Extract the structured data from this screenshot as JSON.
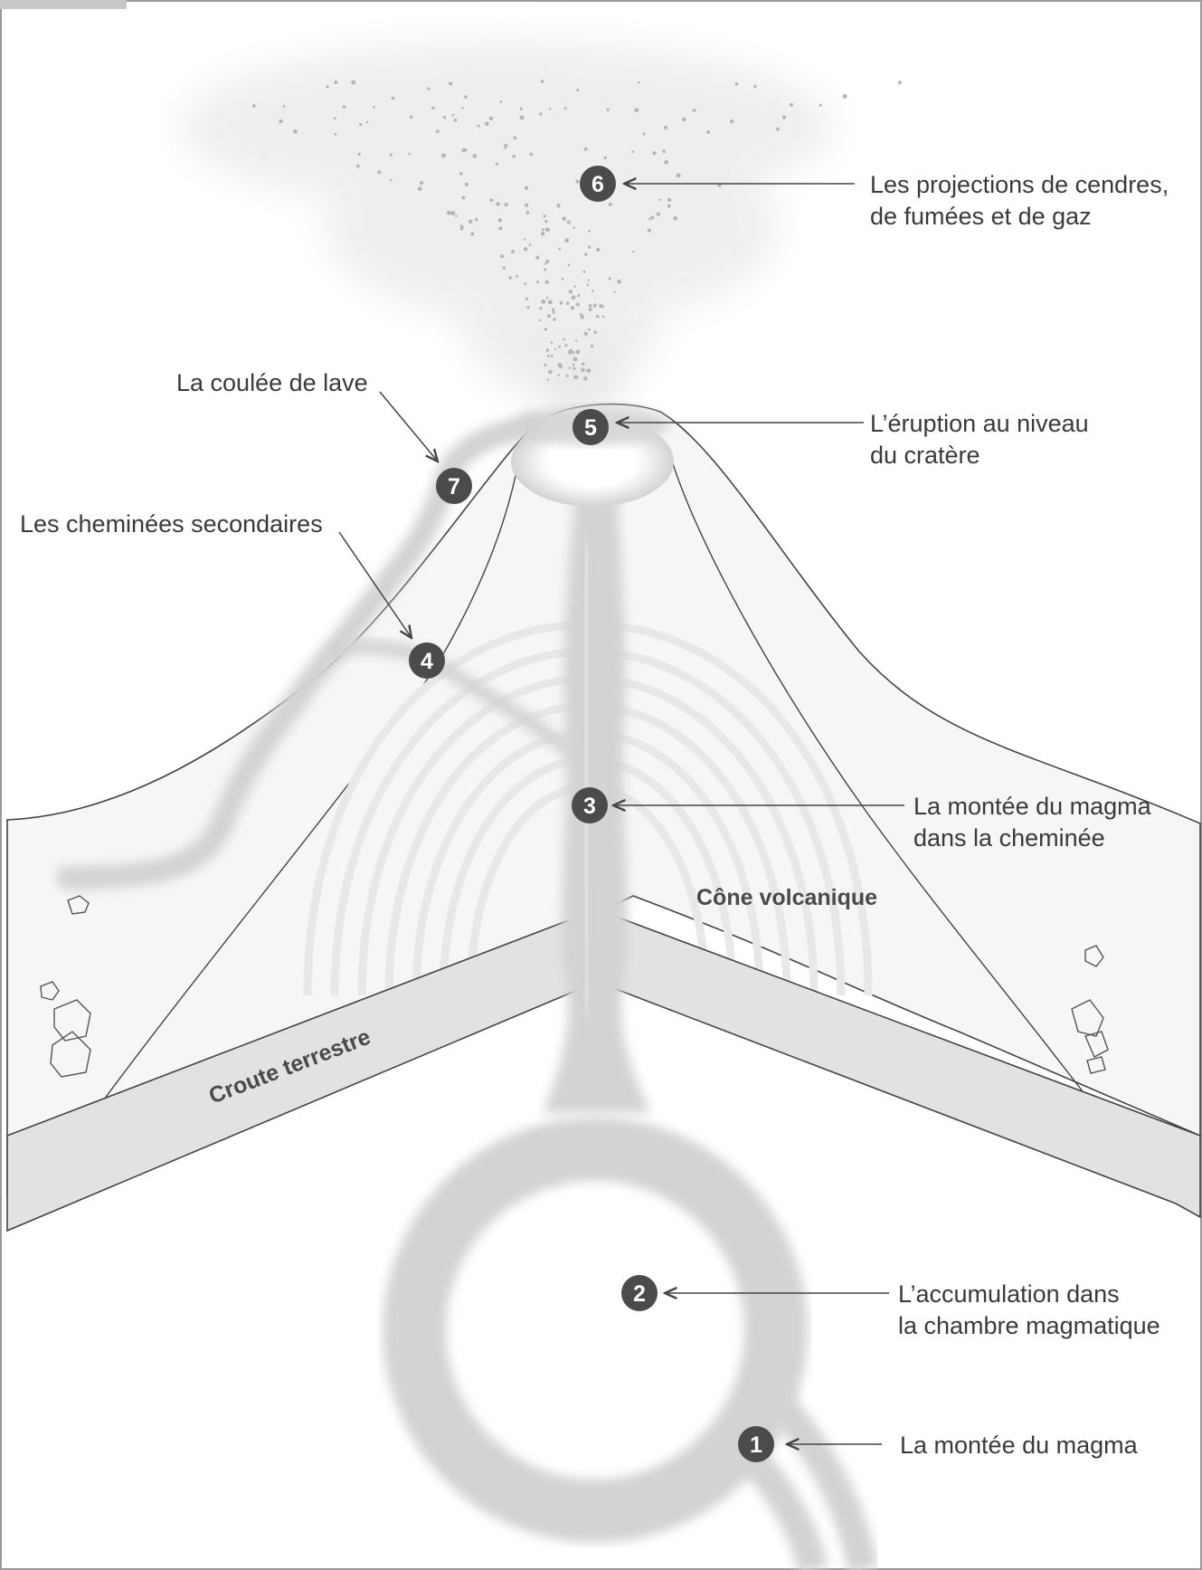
{
  "diagram": {
    "labels": {
      "step1": "La montée du magma",
      "step2_line1": "L’accumulation dans",
      "step2_line2": "la chambre magmatique",
      "step3_line1": "La montée du magma",
      "step3_line2": "dans la cheminée",
      "step4": "Les cheminées secondaires",
      "step5_line1": "L’éruption au niveau",
      "step5_line2": "du cratère",
      "step6_line1": "Les projections de cendres,",
      "step6_line2": "de fumées et de gaz",
      "step7": "La coulée de lave",
      "cone": "Cône volcanique",
      "crust": "Croute terrestre"
    },
    "markers": {
      "m1": "1",
      "m2": "2",
      "m3": "3",
      "m4": "4",
      "m5": "5",
      "m6": "6",
      "m7": "7"
    },
    "colors": {
      "magma": "#d3d3d3",
      "cone_fill": "#f6f6f6",
      "crust_fill": "#e0e0e0",
      "marker_fill": "#4b4b4b",
      "outline": "#444444",
      "text": "#3a3a3a"
    }
  }
}
